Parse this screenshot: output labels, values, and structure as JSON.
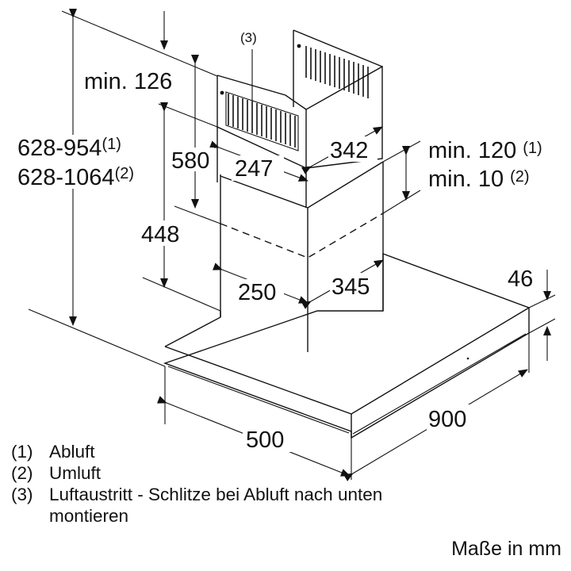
{
  "dimensions": {
    "total_height_abluft": "628-954",
    "total_height_abluft_ref": "(1)",
    "total_height_umluft": "628-1064",
    "total_height_umluft_ref": "(2)",
    "min_top": "min. 126",
    "upper_chimney_height": "580",
    "lower_chimney_height": "448",
    "upper_chimney_width": "247",
    "upper_chimney_depth": "342",
    "lower_chimney_width": "250",
    "lower_chimney_depth": "345",
    "overlap_abluft": "min. 120",
    "overlap_abluft_ref": "(1)",
    "overlap_umluft": "min. 10",
    "overlap_umluft_ref": "(2)",
    "canopy_thickness": "46",
    "canopy_depth": "500",
    "canopy_width": "900",
    "callout_outlet": "(3)"
  },
  "legend": [
    {
      "num": "(1)",
      "text": "Abluft"
    },
    {
      "num": "(2)",
      "text": "Umluft"
    },
    {
      "num": "(3)",
      "text": "Luftaustritt - Schlitze bei Abluft nach unten montieren"
    }
  ],
  "units_label": "Maße in mm"
}
